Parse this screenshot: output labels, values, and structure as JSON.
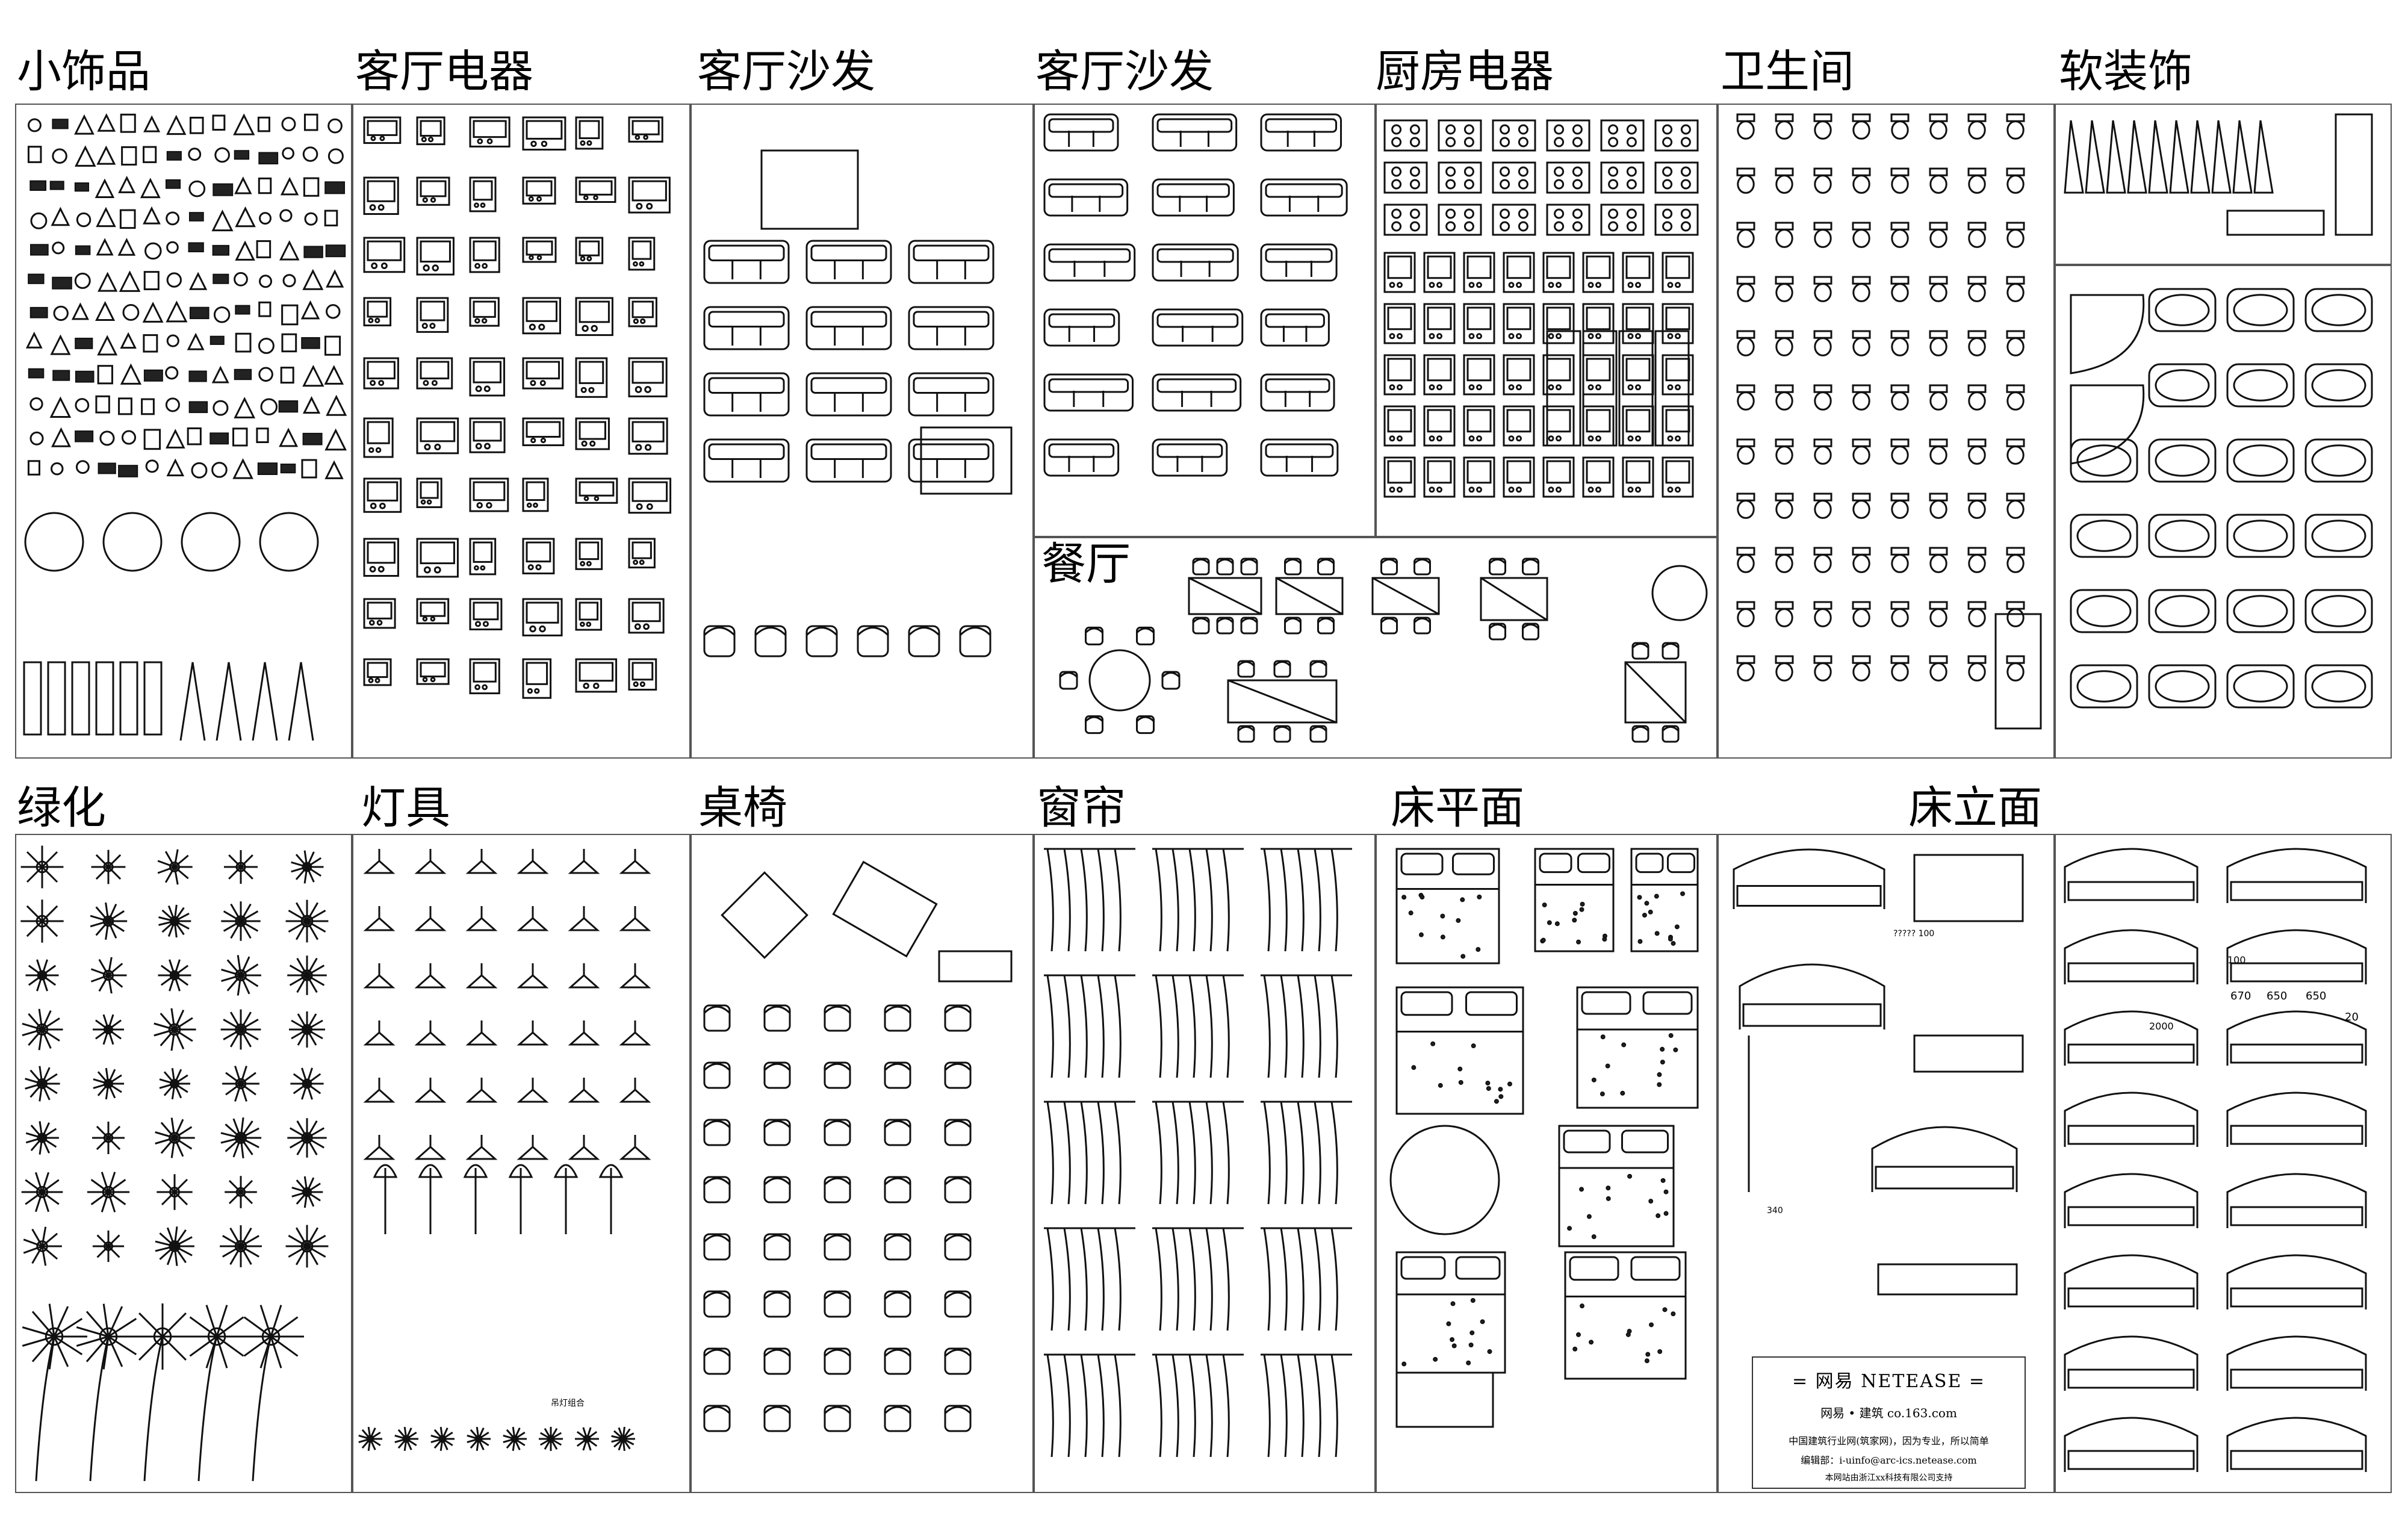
{
  "categories": {
    "small_decor": "小饰品",
    "living_appliances": "客厅电器",
    "living_sofa_1": "客厅沙发",
    "living_sofa_2": "客厅沙发",
    "kitchen_appliances": "厨房电器",
    "bathroom": "卫生间",
    "soft_furnishing": "软装饰",
    "dining_room": "餐厅",
    "greenery": "绿化",
    "lighting": "灯具",
    "tables_chairs": "桌椅",
    "curtains": "窗帘",
    "bed_plan": "床平面",
    "bed_elevation": "床立面"
  },
  "annotations": {
    "bed_dim_1": "2000",
    "bed_dim_2": "670",
    "bed_dim_3": "650",
    "bed_dim_4": "650",
    "bed_dim_5": "20",
    "bed_dim_6": "100",
    "bed_dim_7": "????? 100",
    "bed_dim_8": "340",
    "lamp_label": "吊灯组合"
  },
  "credit": {
    "title": "= 网易  NETEASE =",
    "subtitle": "网易 • 建筑    co.163.com",
    "line1": "中国建筑行业网(筑家网)，因为专业，所以简单",
    "line2": "编辑部：i-uinfo@arc-ics.netease.com",
    "line3": "本网站由浙江xx科技有限公司支持"
  },
  "colors": {
    "ink": "#111111",
    "border": "#555555",
    "background": "#ffffff"
  }
}
